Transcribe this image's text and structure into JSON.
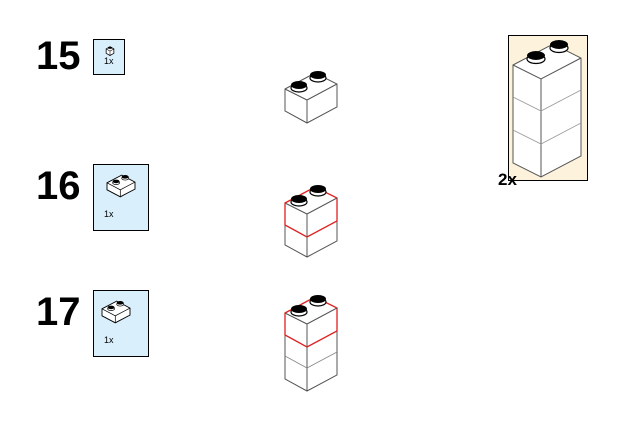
{
  "steps": [
    {
      "number": "15",
      "parts": [
        {
          "qty": "1x",
          "part": "1x1 brick"
        }
      ]
    },
    {
      "number": "16",
      "parts": [
        {
          "qty": "1x",
          "part": "1x2 brick"
        }
      ]
    },
    {
      "number": "17",
      "parts": [
        {
          "qty": "1x",
          "part": "1x2 brick"
        }
      ]
    }
  ],
  "submodel_callout": {
    "multiplier": "2x"
  },
  "colors": {
    "parts_box": "#d9effc",
    "callout_bg": "#fdf3dc",
    "highlight_outline": "#e02020",
    "brick_fill": "#ffffff",
    "stud_top": "#000000"
  }
}
